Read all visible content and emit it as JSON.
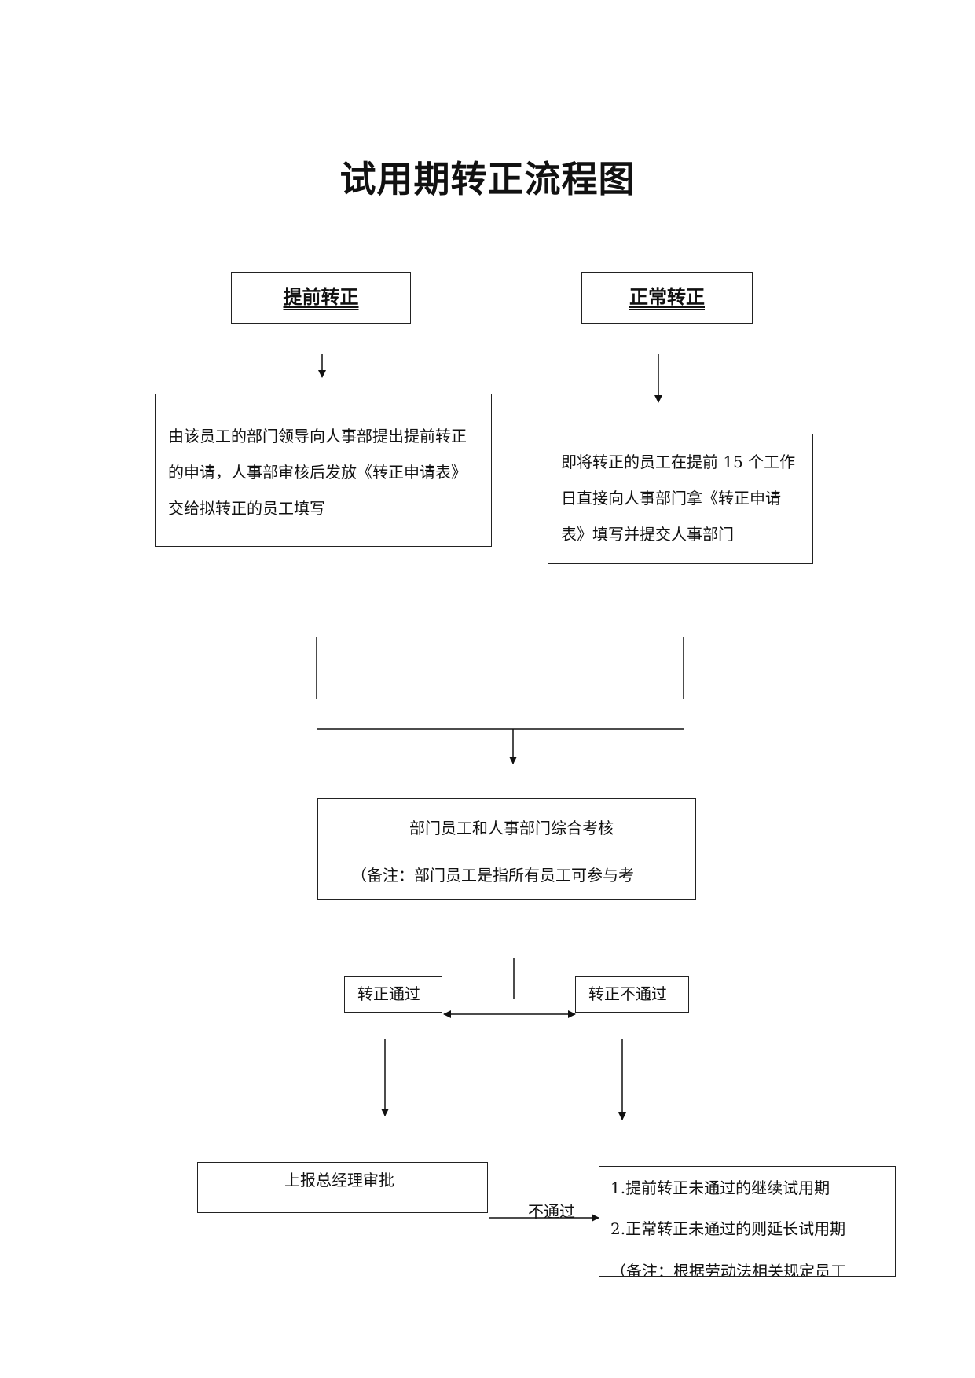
{
  "title": "试用期转正流程图",
  "early": {
    "label": "提前转正",
    "step": "由该员工的部门领导向人事部提出提前转正的申请，人事部审核后发放《转正申请表》交给拟转正的员工填写"
  },
  "normal": {
    "label": "正常转正",
    "step": "即将转正的员工在提前 15 个工作日直接向人事部门拿《转正申请表》填写并提交人事部门"
  },
  "review": {
    "line1": "部门员工和人事部门综合考核",
    "line2": "（备注：部门员工是指所有员工可参与考"
  },
  "pass": {
    "label": "转正通过"
  },
  "fail": {
    "label": "转正不通过"
  },
  "approve": {
    "label": "上报总经理审批"
  },
  "reject_edge": {
    "label": "不通过"
  },
  "outcome": {
    "line1": "1.提前转正未通过的继续试用期",
    "line2": "2.正常转正未通过的则延长试用期",
    "line3": "（备注：根据劳动法相关规定员工"
  }
}
